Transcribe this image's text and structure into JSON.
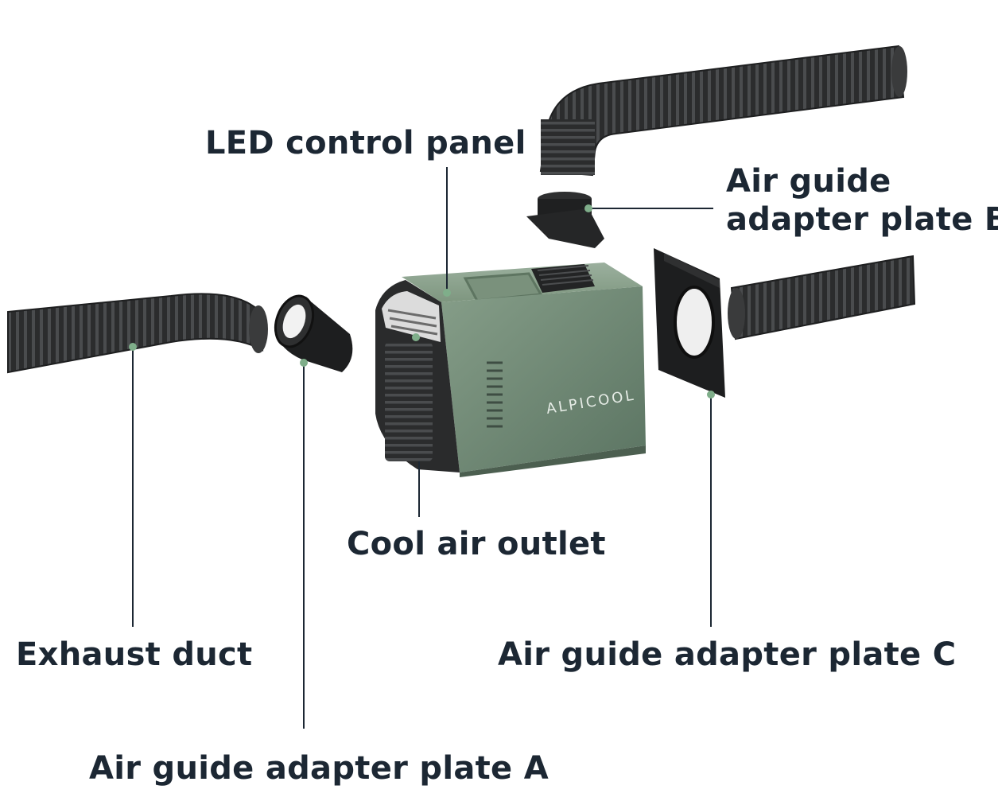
{
  "labels": {
    "led_control_panel": "LED control panel",
    "adapter_b_line1": "Air guide",
    "adapter_b_line2": "adapter plate B",
    "cool_air_outlet": "Cool air outlet",
    "exhaust_duct": "Exhaust duct",
    "adapter_c": "Air guide adapter plate C",
    "adapter_a": "Air guide adapter plate A"
  },
  "product": {
    "brand": "ALPICOOL"
  },
  "colors": {
    "text": "#1c2733",
    "leader_line": "#1c2733",
    "leader_dot": "#7fae8a",
    "body_green": "#6f8b76",
    "hose": "#2a2b2c"
  }
}
